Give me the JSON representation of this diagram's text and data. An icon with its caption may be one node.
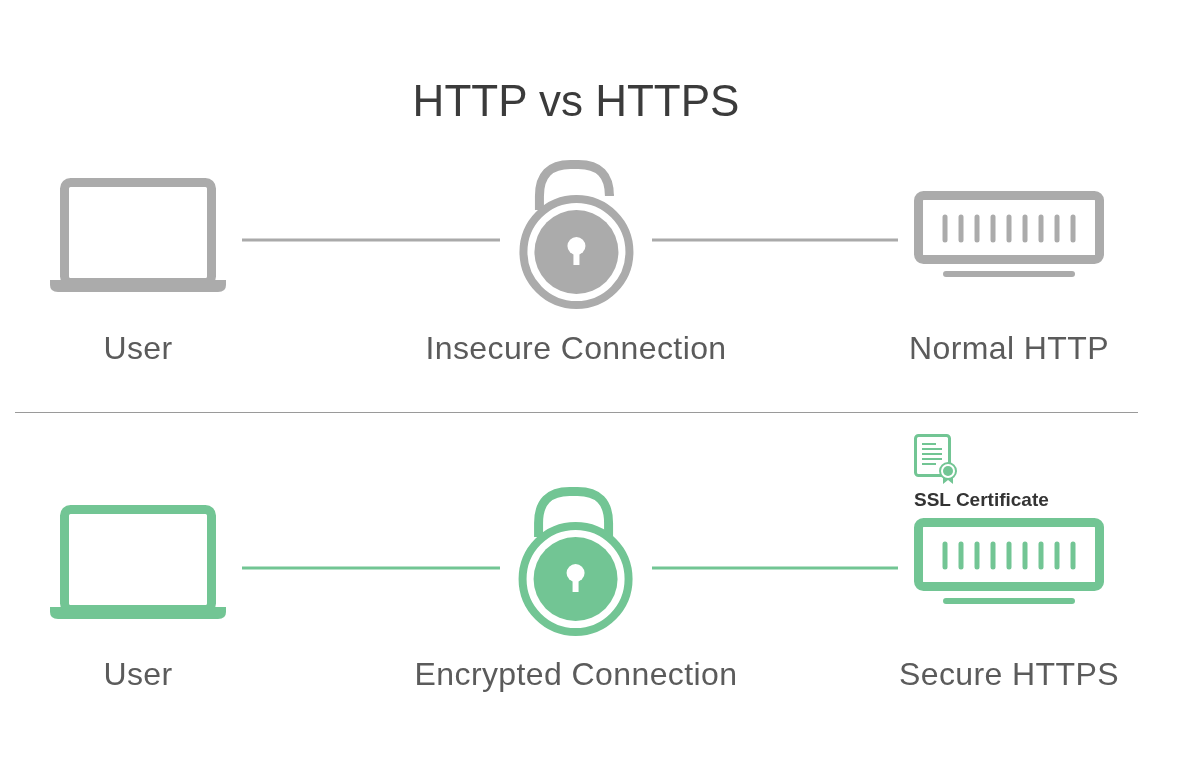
{
  "diagram": {
    "title": "HTTP vs HTTPS",
    "nodes": [
      {
        "text": [
          "User"
        ]
      },
      {
        "text": [
          "Insecure Connection"
        ]
      },
      {
        "text": [
          "Normal HTTP"
        ]
      },
      {
        "text": [
          "User"
        ]
      },
      {
        "text": [
          "Encrypted Connection"
        ]
      },
      {
        "text": [
          "SSL Certificate",
          "Secure HTTPS"
        ]
      }
    ],
    "edges": [
      {
        "from": 0,
        "to": 1,
        "arrow": "none",
        "color": "#aaaaaa"
      },
      {
        "from": 1,
        "to": 2,
        "arrow": "none",
        "color": "#aaaaaa"
      },
      {
        "from": 3,
        "to": 4,
        "arrow": "none",
        "color": "#72c594"
      },
      {
        "from": 4,
        "to": 5,
        "arrow": "none",
        "color": "#72c594"
      }
    ]
  }
}
